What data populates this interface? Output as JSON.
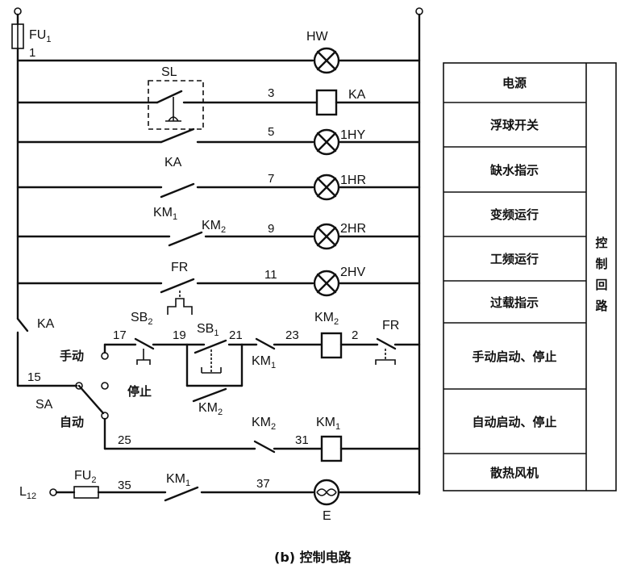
{
  "labels": {
    "fu1": "FU",
    "fu1_sub": "1",
    "n1": "1",
    "hw": "HW",
    "sl": "SL",
    "n3": "3",
    "ka_coil": "KA",
    "n5": "5",
    "hy1": "1HY",
    "ka_contact": "KA",
    "n7": "7",
    "hr1": "1HR",
    "km1_a": "KM",
    "km1_a_sub": "1",
    "km2_a": "KM",
    "km2_a_sub": "2",
    "n9": "9",
    "hr2": "2HR",
    "fr_a": "FR",
    "n11": "11",
    "hv2": "2HV",
    "ka_left": "KA",
    "sb2": "SB",
    "sb2_sub": "2",
    "n17": "17",
    "n19": "19",
    "sb1": "SB",
    "sb1_sub": "1",
    "n21": "21",
    "km1_b": "KM",
    "km1_b_sub": "1",
    "n23": "23",
    "km2_coil": "KM",
    "km2_coil_sub": "2",
    "n2": "2",
    "fr_b": "FR",
    "manual": "手动",
    "n15": "15",
    "stop": "停止",
    "sa": "SA",
    "auto": "自动",
    "km2_c": "KM",
    "km2_c_sub": "2",
    "km2_d": "KM",
    "km2_d_sub": "2",
    "km1_coil": "KM",
    "km1_coil_sub": "1",
    "n25": "25",
    "n31": "31",
    "l12": "L",
    "l12_sub": "12",
    "fu2": "FU",
    "fu2_sub": "2",
    "n35": "35",
    "km1_e": "KM",
    "km1_e_sub": "1",
    "n37": "37",
    "e": "E",
    "caption": "(b) 控制电路"
  },
  "panel": {
    "rows": [
      "电源",
      "浮球开关",
      "缺水指示",
      "变频运行",
      "工频运行",
      "过载指示",
      "手动启动、停止",
      "自动启动、停止",
      "散热风机"
    ],
    "side": [
      "控",
      "制",
      "回",
      "路"
    ]
  }
}
